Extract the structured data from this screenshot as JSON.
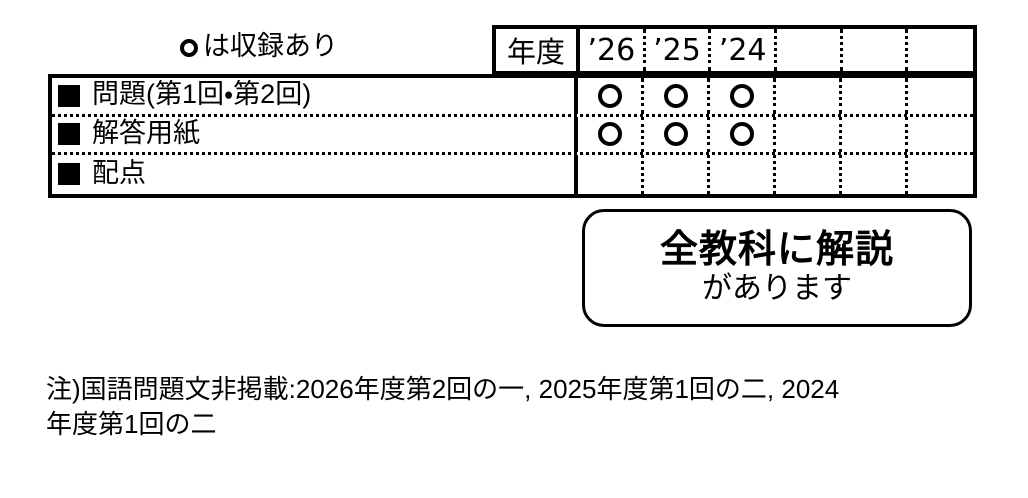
{
  "legend": {
    "ring_icon": "circle-outline-icon",
    "text": "は収録あり"
  },
  "table": {
    "year_header_label": "年度",
    "year_columns": [
      "’26",
      "’25",
      "’24",
      "",
      "",
      ""
    ],
    "mark_icon": "circle-outline-icon",
    "bullet_icon": "filled-square-icon",
    "rows": [
      {
        "label": "問題(第1回・第2回)",
        "marks": [
          "○",
          "○",
          "○",
          "",
          "",
          ""
        ]
      },
      {
        "label": "解答用紙",
        "marks": [
          "○",
          "○",
          "○",
          "",
          "",
          ""
        ]
      },
      {
        "label": "配点",
        "marks": [
          "",
          "",
          "",
          "",
          "",
          ""
        ]
      }
    ]
  },
  "callout": {
    "line1": "全教科に解説",
    "line2": "があります"
  },
  "footnote": {
    "line1": "注)国語問題文非掲載:2026年度第2回の一, 2025年度第1回の二, 2024",
    "line2": "年度第1回の二"
  },
  "colors": {
    "ink": "#000000",
    "paper": "#ffffff"
  }
}
